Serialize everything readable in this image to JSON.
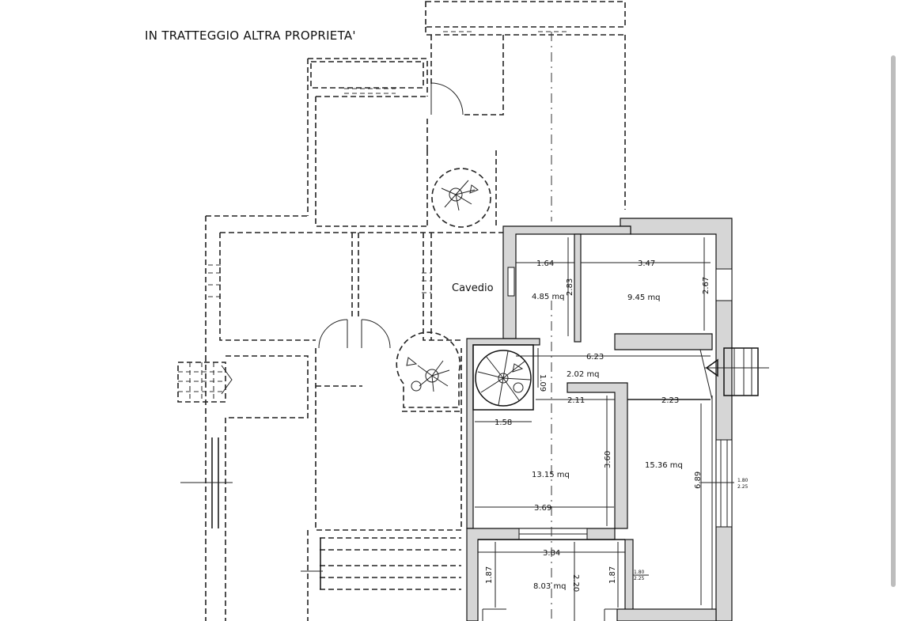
{
  "header": {
    "note": "IN TRATTEGGIO ALTRA PROPRIETA'"
  },
  "rooms": {
    "cavedio": "Cavedio",
    "r1": "4.85 mq",
    "r2": "9.45 mq",
    "r3": "2.02 mq",
    "r4": "13.15 mq",
    "r5": "15.36 mq",
    "r6": "8.03 mq"
  },
  "dimensions": {
    "d164": "1.64",
    "d347": "3.47",
    "d283": "2.83",
    "d267": "2.67",
    "d623": "6.23",
    "d109": "1.09",
    "d211": "2.11",
    "d223": "2.23",
    "d158": "1.58",
    "d360": "3.60",
    "d689": "6.89",
    "d369": "3.69",
    "d384": "3.84",
    "d187a": "1.87",
    "d220": "2.20",
    "d187b": "1.87"
  },
  "windows": {
    "w1_top": "1.80",
    "w1_bottom": "2.25",
    "w2_top": "1.80",
    "w2_bottom": "2.25"
  },
  "colors": {
    "wall_fill": "#d6d6d6",
    "line": "#111111",
    "background": "#ffffff"
  }
}
